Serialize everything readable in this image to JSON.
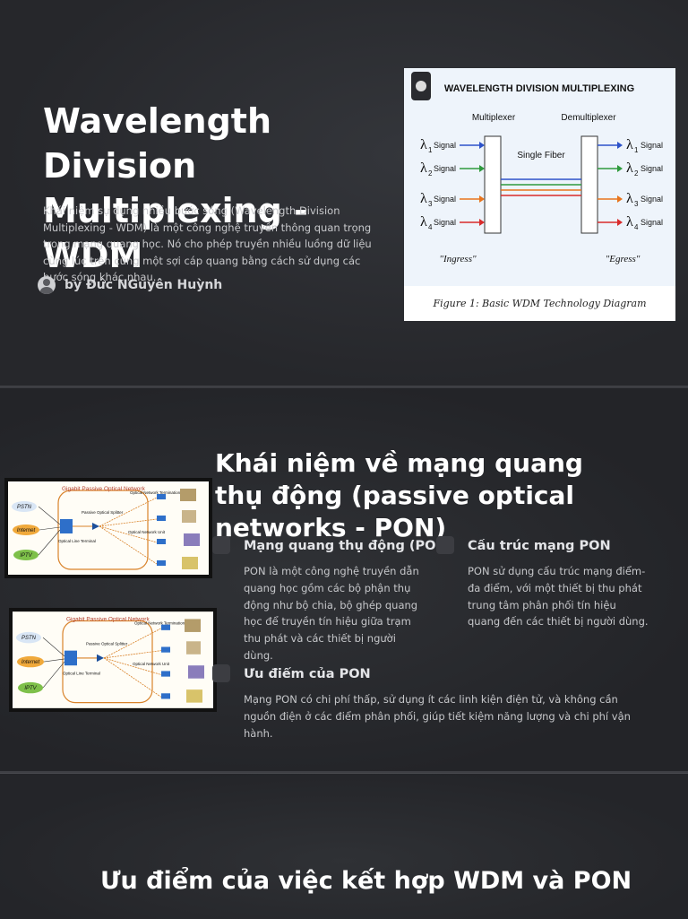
{
  "slide1": {
    "title": "Wavelength Division Multiplexing - WDM",
    "description": "Khái niệm sự dụng nhiều bước sóng (Wavelength Division Multiplexing - WDM) là một công nghệ truyền thông quan trọng trong mạng quang học. Nó cho phép truyền nhiều luồng dữ liệu cùng lúc trên cùng một sợi cáp quang bằng cách sử dụng các bước sóng khác nhau.",
    "author": "by Đức NGuyên Huỳnh",
    "figure": {
      "heading": "WAVELENGTH DIVISION MULTIPLEXING",
      "multiplexer": "Multiplexer",
      "demultiplexer": "Demultiplexer",
      "single_fiber": "Single Fiber",
      "signal_word": "Signal",
      "ingress": "\"Ingress\"",
      "egress": "\"Egress\"",
      "caption": "Figure 1: Basic WDM Technology Diagram",
      "signal_colors": [
        "#2d52c9",
        "#2e9a3d",
        "#e8741c",
        "#d92b2b"
      ]
    }
  },
  "slide2": {
    "title": "Khái niệm về mạng quang thụ động (passive optical networks - PON)",
    "pon_figure": {
      "title": "Gigabit Passive Optical Network",
      "splitter": "Passive Optical Splitter",
      "olt": "Optical Line Terminal",
      "ont": "Optical Network Termination",
      "onu": "Optical Network Unit",
      "pstn": "PSTN",
      "internet": "Internet",
      "iptv": "IPTV"
    },
    "cards": [
      {
        "heading": "Mạng quang thụ động (PON)",
        "text": "PON là một công nghệ truyền dẫn quang học gồm các bộ phận thụ động như bộ chia, bộ ghép quang học để truyền tín hiệu giữa trạm thu phát và các thiết bị người dùng."
      },
      {
        "heading": "Cấu trúc mạng PON",
        "text": "PON sử dụng cấu trúc mạng điểm-đa điểm, với một thiết bị thu phát trung tâm phân phối tín hiệu quang đến các thiết bị người dùng."
      },
      {
        "heading": "Ưu điểm của PON",
        "text": "Mạng PON có chi phí thấp, sử dụng ít các linh kiện điện tử, và không cần nguồn điện ở các điểm phân phối, giúp tiết kiệm năng lượng và chi phí vận hành."
      }
    ]
  },
  "slide3": {
    "title": "Ưu điểm của việc kết hợp WDM và PON"
  }
}
